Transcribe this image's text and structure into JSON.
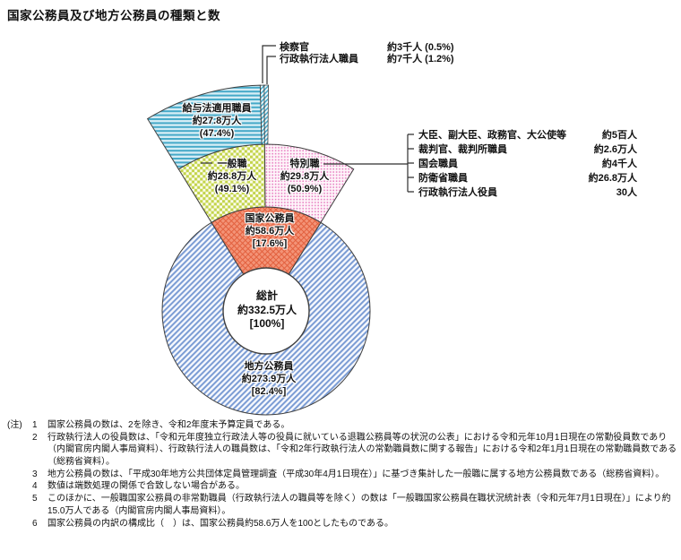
{
  "title": "国家公務員及び地方公務員の種類と数",
  "chart_data": {
    "type": "pie",
    "variant": "nested exploded donut",
    "title": "国家公務員及び地方公務員の種類と数",
    "unit": "万人",
    "center_total": {
      "label": "総計",
      "value": 332.5,
      "value_label": "約332.5万人",
      "share_label": "[100%]",
      "percent": 100
    },
    "inner_ring": [
      {
        "label": "国家公務員",
        "value": 58.6,
        "value_label": "約58.6万人",
        "share_label": "[17.6%]",
        "percent": 17.6
      },
      {
        "label": "地方公務員",
        "value": 273.9,
        "value_label": "約273.9万人",
        "share_label": "[82.4%]",
        "percent": 82.4
      }
    ],
    "national_breakdown_ring": [
      {
        "label": "一般職",
        "value": 28.8,
        "value_label": "約28.8万人",
        "share_label": "(49.1%)",
        "percent_of_national": 49.1
      },
      {
        "label": "特別職",
        "value": 29.8,
        "value_label": "約29.8万人",
        "share_label": "(50.9%)",
        "percent_of_national": 50.9
      }
    ],
    "regular_service_breakdown_ring": [
      {
        "label": "給与法適用職員",
        "value": 27.8,
        "value_label": "約27.8万人",
        "share_label": "(47.4%)",
        "percent_of_national": 47.4
      },
      {
        "label": "検察官",
        "value_label": "約3千人",
        "share_label": "(0.5%)",
        "percent_of_national": 0.5
      },
      {
        "label": "行政執行法人職員",
        "value_label": "約7千人",
        "share_label": "(1.2%)",
        "percent_of_national": 1.2
      }
    ],
    "special_service_breakdown": [
      {
        "label": "大臣、副大臣、政務官、大公使等",
        "value_label": "約5百人"
      },
      {
        "label": "裁判官、裁判所職員",
        "value_label": "約2.6万人"
      },
      {
        "label": "国会職員",
        "value_label": "約4千人"
      },
      {
        "label": "防衛省職員",
        "value_label": "約26.8万人"
      },
      {
        "label": "行政執行法人役員",
        "value_label": "30人"
      }
    ],
    "colors": {
      "kyuyo_stripe": "#45a9c8",
      "ippan_green": "#c3d44b",
      "tokubetsu_pink": "#e87fc2",
      "kokka_salmon": "#f39377",
      "kokka_salmon_line": "#e2603e",
      "chiho_blue": "#7b9cd4",
      "outline": "#3f3f3f"
    },
    "legend_position": "labels inside wedges with leader lines"
  },
  "top_callouts": [
    {
      "label": "検察官",
      "value": "約3千人 (0.5%)"
    },
    {
      "label": "行政執行法人職員",
      "value": "約7千人 (1.2%)"
    }
  ],
  "wedge_labels": {
    "kyuyo": [
      "給与法適用職員",
      "約27.8万人",
      "(47.4%)"
    ],
    "ippan": [
      "一般職",
      "約28.8万人",
      "(49.1%)"
    ],
    "tokubetsu": [
      "特別職",
      "約29.8万人",
      "(50.9%)"
    ],
    "kokka": [
      "国家公務員",
      "約58.6万人",
      "[17.6%]"
    ],
    "sokei": [
      "総計",
      "約332.5万人",
      "[100%]"
    ],
    "chiho": [
      "地方公務員",
      "約273.9万人",
      "[82.4%]"
    ]
  },
  "right_list": [
    {
      "label": "大臣、副大臣、政務官、大公使等",
      "value": "約5百人"
    },
    {
      "label": "裁判官、裁判所職員",
      "value": "約2.6万人"
    },
    {
      "label": "国会職員",
      "value": "約4千人"
    },
    {
      "label": "防衛省職員",
      "value": "約26.8万人"
    },
    {
      "label": "行政執行法人役員",
      "value": "30人"
    }
  ],
  "notes": {
    "prefix": "(注)",
    "items": [
      {
        "num": "1",
        "text": "国家公務員の数は、2を除き、令和2年度末予算定員である。"
      },
      {
        "num": "2",
        "text": "行政執行法人の役員数は、「令和元年度独立行政法人等の役員に就いている退職公務員等の状況の公表」における令和元年10月1日現在の常勤役員数であり（内閣官房内閣人事局資料）、行政執行法人の職員数は、「令和2年行政執行法人の常勤職員数に関する報告」における令和2年1月1日現在の常勤職員数である（総務省資料）。"
      },
      {
        "num": "3",
        "text": "地方公務員の数は、「平成30年地方公共団体定員管理調査（平成30年4月1日現在）」に基づき集計した一般職に属する地方公務員数である（総務省資料）。"
      },
      {
        "num": "4",
        "text": "数値は端数処理の関係で合致しない場合がある。"
      },
      {
        "num": "5",
        "text": "このほかに、一般職国家公務員の非常勤職員（行政執行法人の職員等を除く）の数は「一般職国家公務員在職状況統計表（令和元年7月1日現在）」により約15.0万人である（内閣官房内閣人事局資料）。"
      },
      {
        "num": "6",
        "text": "国家公務員の内訳の構成比（　）は、国家公務員約58.6万人を100としたものである。"
      }
    ]
  }
}
